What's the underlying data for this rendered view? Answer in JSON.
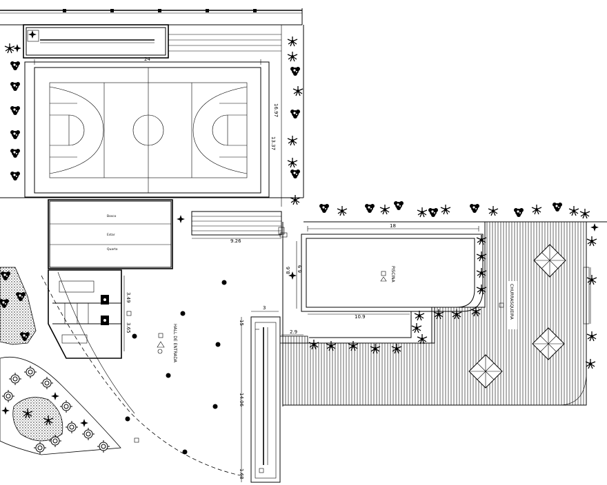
{
  "drawing": {
    "labels": {
      "pool": "PISCINA",
      "deck": "CHURRASQUEIRA",
      "hall": "HALL DE ENTRADA",
      "room_top": "Bosco",
      "room_mid": "Estar",
      "room_bottom": "Quarto"
    },
    "dimensions": {
      "court_width": "24",
      "court_length": "13.37",
      "court_side": "16.97",
      "steps_width": "9.26",
      "pool_length": "18",
      "pool_width": "6.9",
      "pool_inner": "10.9",
      "pool_side": "8.6",
      "ramp_top": "3",
      "ramp_step": "15",
      "ramp_length": "14.06",
      "ramp_bottom": "1.68",
      "deck_step": "2.9",
      "wc_upper": "3.49",
      "wc_lower": "3.65"
    }
  }
}
